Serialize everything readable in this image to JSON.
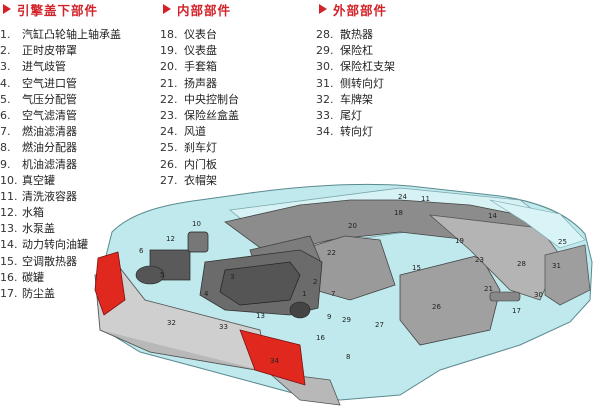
{
  "sections": [
    {
      "title": "引擎盖下部件",
      "items": [
        {
          "n": "1.",
          "t": "汽缸凸轮轴上轴承盖"
        },
        {
          "n": "2.",
          "t": "正时皮带罩"
        },
        {
          "n": "3.",
          "t": "进气歧管"
        },
        {
          "n": "4.",
          "t": "空气进口管"
        },
        {
          "n": "5.",
          "t": "气压分配管"
        },
        {
          "n": "6.",
          "t": "空气滤清管"
        },
        {
          "n": "7.",
          "t": "燃油滤清器"
        },
        {
          "n": "8.",
          "t": "燃油分配器"
        },
        {
          "n": "9.",
          "t": "机油滤清器"
        },
        {
          "n": "10.",
          "t": "真空罐"
        },
        {
          "n": "11.",
          "t": "清洗液容器"
        },
        {
          "n": "12.",
          "t": "水箱"
        },
        {
          "n": "13.",
          "t": "水泵盖"
        },
        {
          "n": "14.",
          "t": "动力转向油罐"
        },
        {
          "n": "15.",
          "t": "空调散热器"
        },
        {
          "n": "16.",
          "t": "碳罐"
        },
        {
          "n": "17.",
          "t": "防尘盖"
        }
      ]
    },
    {
      "title": "内部部件",
      "items": [
        {
          "n": "18.",
          "t": "仪表台"
        },
        {
          "n": "19.",
          "t": "仪表盘"
        },
        {
          "n": "20.",
          "t": "手套箱"
        },
        {
          "n": "21.",
          "t": "扬声器"
        },
        {
          "n": "22.",
          "t": "中央控制台"
        },
        {
          "n": "23.",
          "t": "保险丝盒盖"
        },
        {
          "n": "24.",
          "t": "风道"
        },
        {
          "n": "25.",
          "t": "刹车灯"
        },
        {
          "n": "26.",
          "t": "内门板"
        },
        {
          "n": "27.",
          "t": "衣帽架"
        }
      ]
    },
    {
      "title": "外部部件",
      "items": [
        {
          "n": "28.",
          "t": "散热器"
        },
        {
          "n": "29.",
          "t": "保险杠"
        },
        {
          "n": "30.",
          "t": "保险杠支架"
        },
        {
          "n": "31.",
          "t": "侧转向灯"
        },
        {
          "n": "32.",
          "t": "车牌架"
        },
        {
          "n": "33.",
          "t": "尾灯"
        },
        {
          "n": "34.",
          "t": "转向灯"
        }
      ]
    }
  ],
  "callouts": [
    "1",
    "2",
    "3",
    "4",
    "5",
    "6",
    "7",
    "8",
    "9",
    "10",
    "11",
    "12",
    "13",
    "14",
    "15",
    "16",
    "17",
    "18",
    "19",
    "20",
    "21",
    "22",
    "23",
    "24",
    "25",
    "26",
    "27",
    "28",
    "29",
    "30",
    "31",
    "32",
    "33",
    "34"
  ],
  "colors": {
    "accent": "#d2232a",
    "body": "#bfe9ec",
    "parts": "#6b6b6b",
    "bumper": "#cfcfcf",
    "lamp": "#e0281e"
  }
}
